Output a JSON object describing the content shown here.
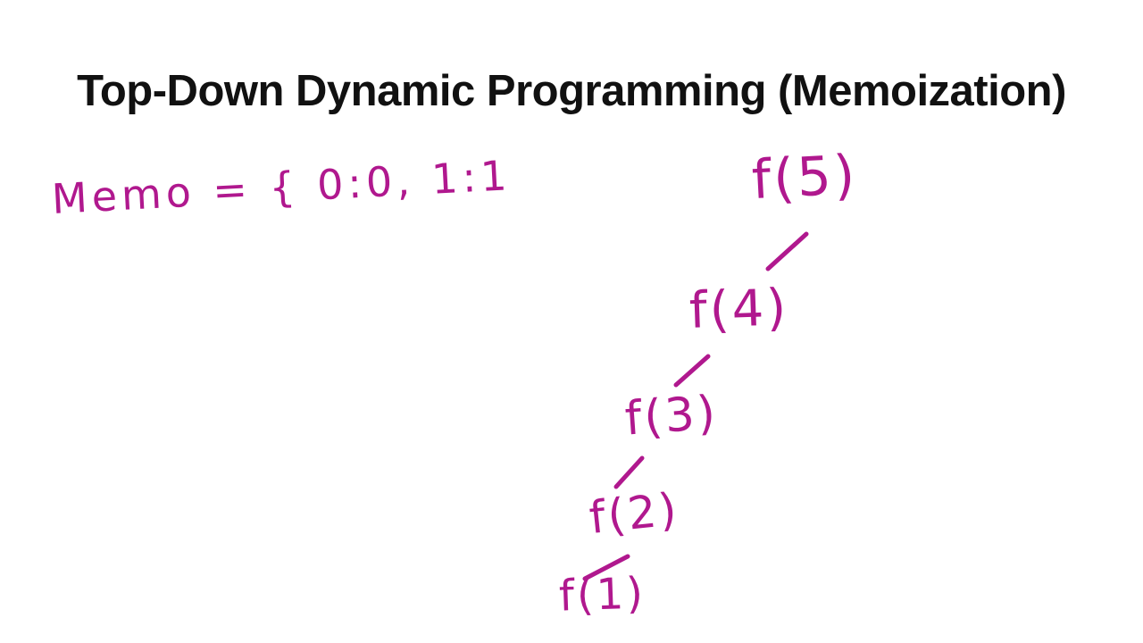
{
  "title": "Top-Down Dynamic Programming (Memoization)",
  "memo": {
    "text": "Memo = { 0:0, 1:1"
  },
  "tree": {
    "nodes": [
      {
        "id": "f5",
        "label": "f(5)"
      },
      {
        "id": "f4",
        "label": "f(4)"
      },
      {
        "id": "f3",
        "label": "f(3)"
      },
      {
        "id": "f2",
        "label": "f(2)"
      },
      {
        "id": "f1",
        "label": "f(1)"
      }
    ],
    "edges": [
      {
        "from": "f5",
        "to": "f4"
      },
      {
        "from": "f4",
        "to": "f3"
      },
      {
        "from": "f3",
        "to": "f2"
      },
      {
        "from": "f2",
        "to": "f1"
      }
    ]
  },
  "colors": {
    "ink": "#b0188e",
    "title": "#111111",
    "background": "#ffffff"
  }
}
